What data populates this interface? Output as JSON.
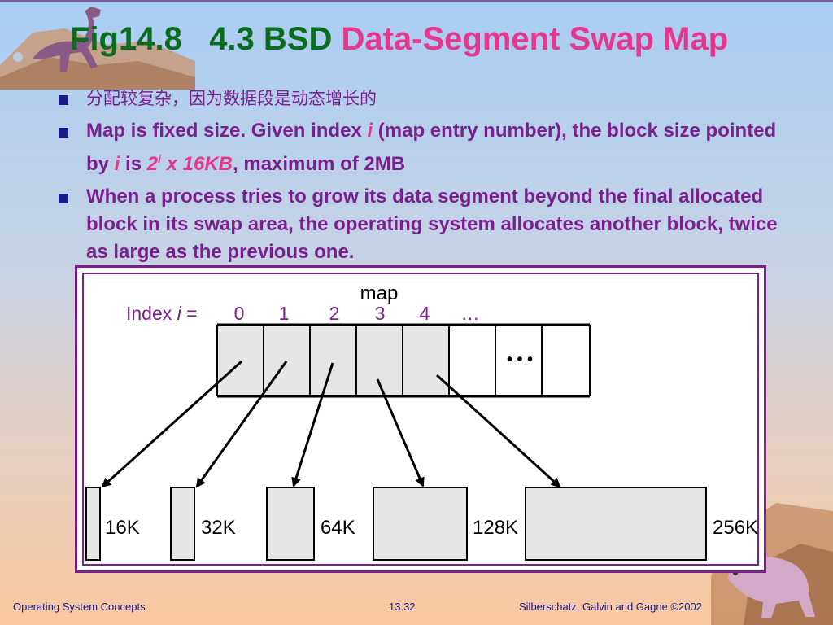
{
  "title": {
    "fig": "Fig14.8",
    "part": "4.3 BSD",
    "name": "Data-Segment Swap Map"
  },
  "bullets": {
    "b1": "分配较复杂，因为数据段是动态增长的",
    "b2": {
      "t1": "Map is fixed size. Given index ",
      "i1": "i",
      "t2": " (map entry number), the block size pointed by ",
      "i2": "i",
      "t3": " is ",
      "base": "2",
      "exp": "i",
      "mul": " x 16KB",
      "t4": ", maximum of 2MB"
    },
    "b3": "When a process tries to grow its data segment beyond the final allocated block in its swap area, the operating system allocates another block, twice as large as the previous one."
  },
  "diagram": {
    "map_label": "map",
    "index_prefix": "Index ",
    "index_var": "i",
    "index_eq": " =",
    "indices": [
      "0",
      "1",
      "2",
      "3",
      "4",
      "…"
    ],
    "map_ellipsis": "• • •",
    "blocks": [
      "16K",
      "32K",
      "64K",
      "128K",
      "256K"
    ],
    "colors": {
      "frame": "#7a1f8c",
      "cell_fill": "#e6e6e6",
      "stroke": "#000000"
    }
  },
  "footer": {
    "left": "Operating System Concepts",
    "center": "13.32",
    "right": "Silberschatz, Galvin and  Gagne ©2002"
  }
}
